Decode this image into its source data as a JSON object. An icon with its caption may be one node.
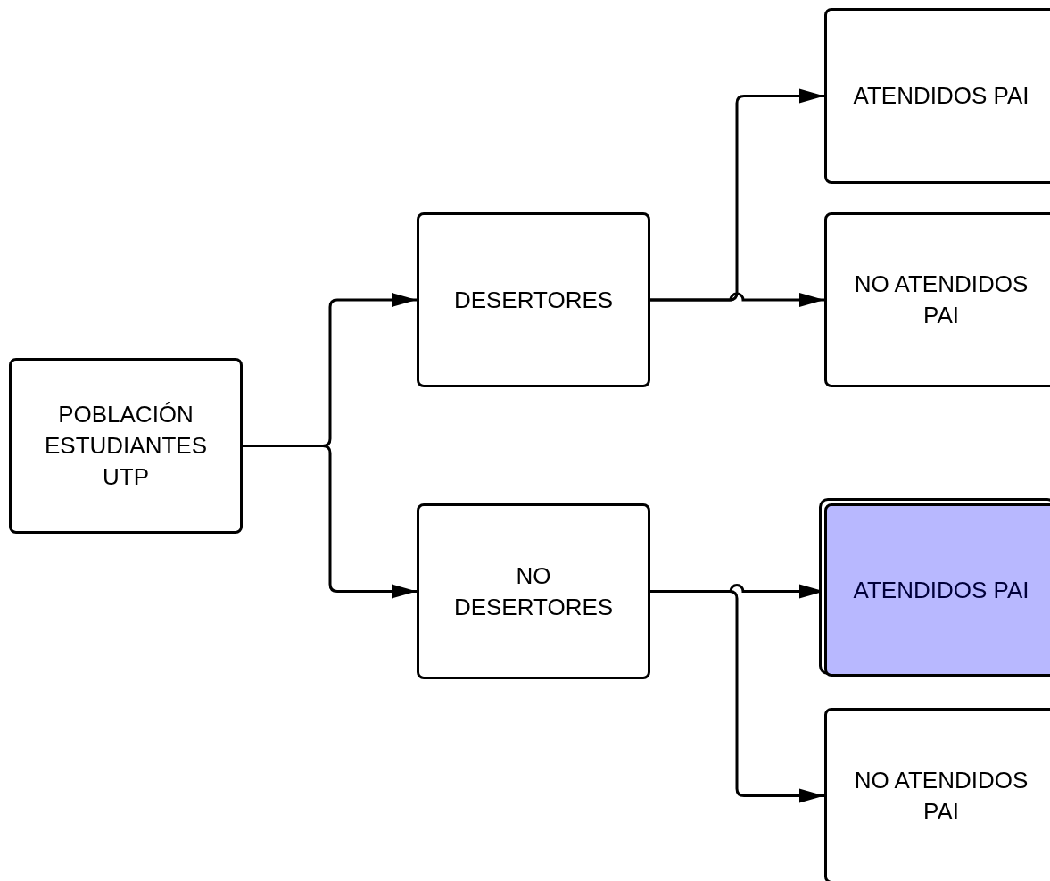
{
  "diagram": {
    "nodes": [
      {
        "text": [
          "POBLACIÓN ESTUDIANTES UTP"
        ]
      },
      {
        "text": [
          "DESERTORES"
        ]
      },
      {
        "text": [
          "NO DESERTORES"
        ]
      },
      {
        "text": [
          "ATENDIDOS PAI"
        ]
      },
      {
        "text": [
          "NO ATENDIDOS PAI"
        ]
      },
      {
        "text": [
          "ATENDIDOS PAI"
        ]
      },
      {
        "text": [
          "NO ATENDIDOS PAI"
        ]
      }
    ],
    "edges": [
      {
        "from": 0,
        "to": 1,
        "arrow": "to"
      },
      {
        "from": 0,
        "to": 2,
        "arrow": "to"
      },
      {
        "from": 1,
        "to": 3,
        "arrow": "to"
      },
      {
        "from": 1,
        "to": 4,
        "arrow": "to"
      },
      {
        "from": 2,
        "to": 5,
        "arrow": "to"
      },
      {
        "from": 2,
        "to": 6,
        "arrow": "to"
      }
    ]
  }
}
